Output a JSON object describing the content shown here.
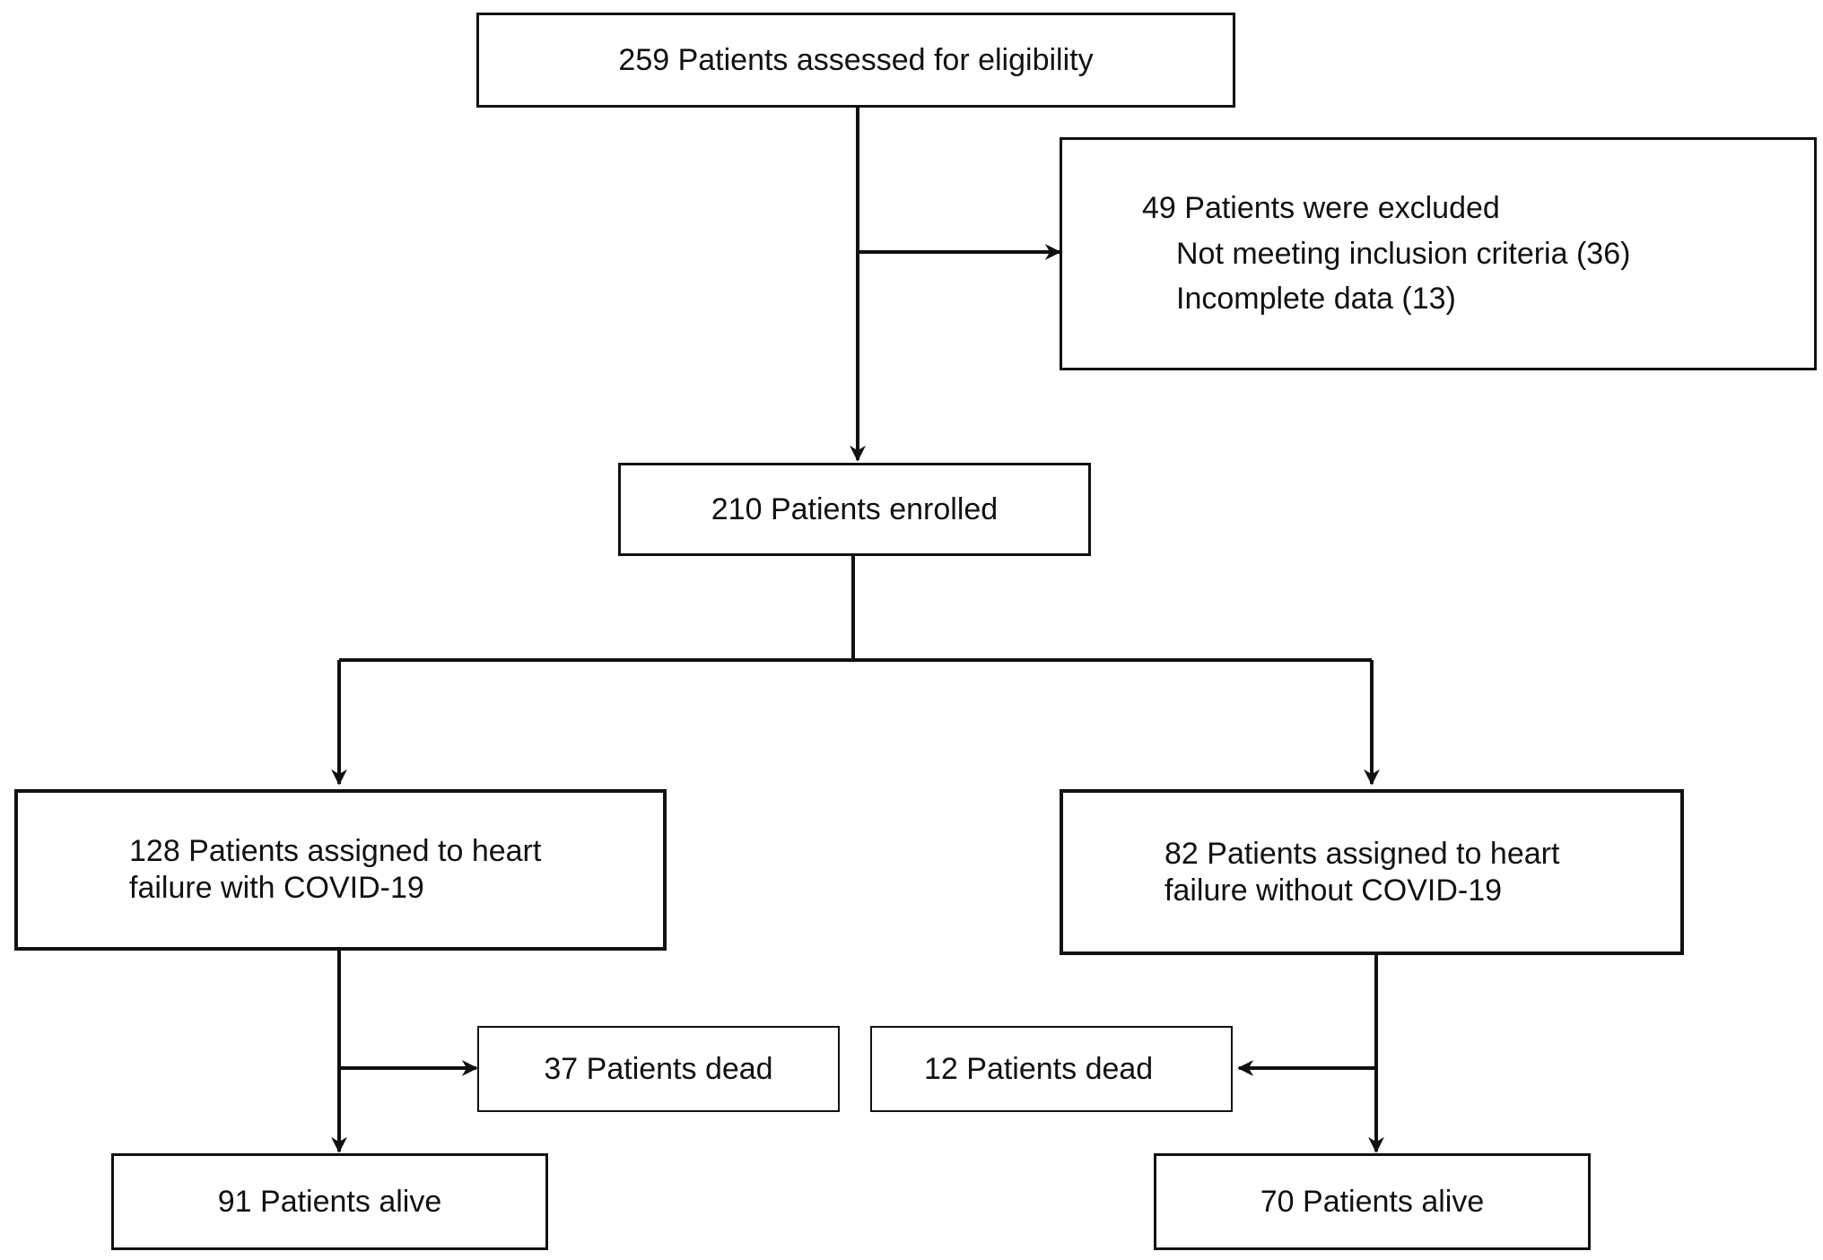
{
  "boxes": {
    "assessed": "259 Patients assessed for eligibility",
    "excluded": {
      "title": "49 Patients were excluded",
      "reasons": [
        "Not meeting inclusion criteria (36)",
        "Incomplete data (13)"
      ]
    },
    "enrolled": "210 Patients enrolled",
    "covid_group": [
      "128 Patients assigned to heart",
      "failure with COVID-19"
    ],
    "non_covid_group": [
      "82 Patients assigned to heart",
      "failure without COVID-19"
    ],
    "covid_dead": "37 Patients dead",
    "non_covid_dead": "12 Patients dead",
    "covid_alive": "91 Patients alive",
    "non_covid_alive": "70 Patients alive"
  }
}
